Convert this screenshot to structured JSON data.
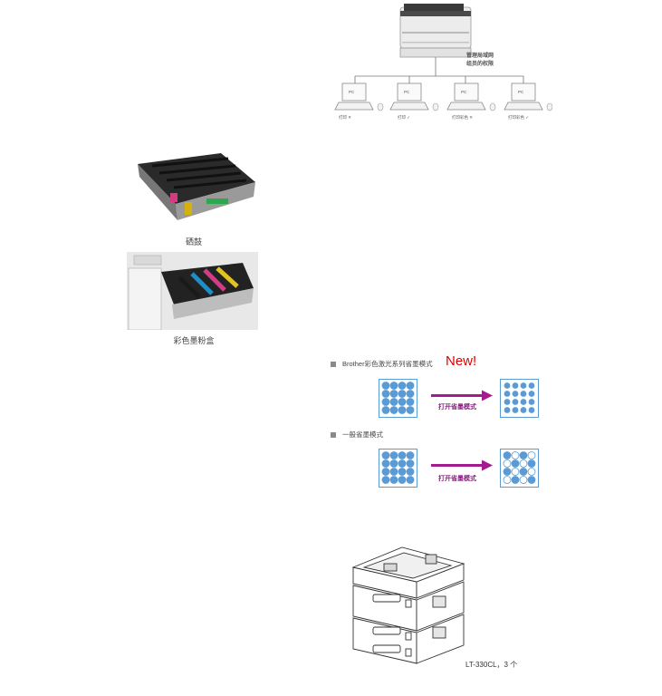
{
  "network": {
    "admin_label_line1": "管理局域网",
    "admin_label_line2": "组员的权限",
    "pc_label": "PC",
    "pcs": [
      {
        "caption": "打印 ✕"
      },
      {
        "caption": "打印 ✓"
      },
      {
        "caption": "打印彩色 ✕"
      },
      {
        "caption": "打印彩色 ✓"
      }
    ]
  },
  "drum": {
    "caption": "硒鼓"
  },
  "toner": {
    "caption": "彩色墨粉盒"
  },
  "toner_save": {
    "brother_label": "Brother彩色激光系列省墨模式",
    "new_label": "New!",
    "general_label": "一般省墨模式",
    "arrow_label": "打开省墨模式",
    "colors": {
      "dot": "#5b9bd5",
      "arrow": "#a21c8f",
      "border": "#5a9bd4"
    }
  },
  "trays": {
    "caption": "LT-330CL，3 个"
  }
}
